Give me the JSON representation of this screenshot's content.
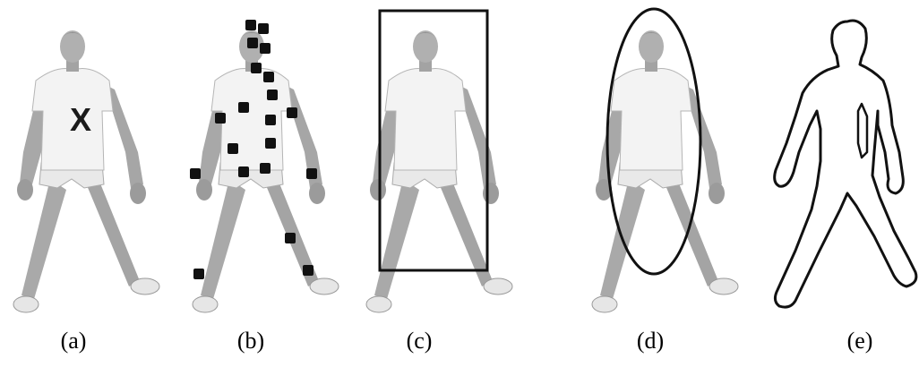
{
  "captions": {
    "a": "(a)",
    "b": "(b)",
    "c": "(c)",
    "d": "(d)",
    "e": "(e)"
  },
  "panel_a": {
    "centroid_marker": "X"
  },
  "colors": {
    "skin": "#a6a6a6",
    "skin_dark": "#8a8a8a",
    "shirt": "#f2f2f2",
    "outline": "#111111",
    "marker": "#111111"
  }
}
